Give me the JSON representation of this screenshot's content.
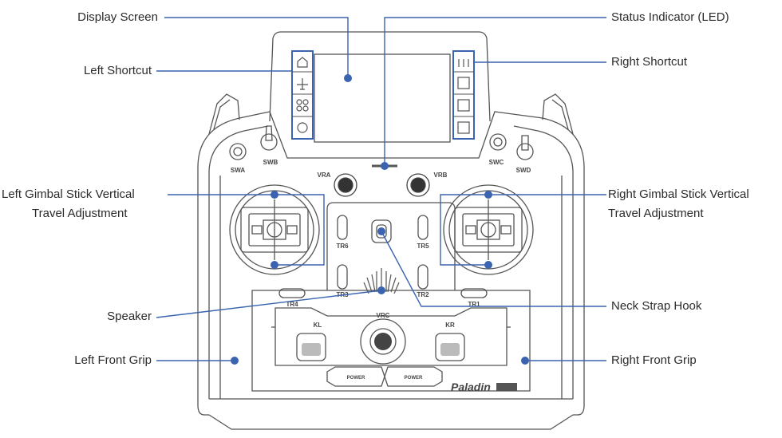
{
  "callouts": {
    "display_screen": "Display Screen",
    "left_shortcut": "Left Shortcut",
    "left_gimbal_line1": "Left Gimbal Stick Vertical",
    "left_gimbal_line2": "Travel Adjustment",
    "speaker": "Speaker",
    "left_front_grip": "Left Front Grip",
    "status_indicator": "Status Indicator (LED)",
    "right_shortcut": "Right Shortcut",
    "right_gimbal_line1": "Right Gimbal Stick Vertical",
    "right_gimbal_line2": "Travel Adjustment",
    "neck_strap_hook": "Neck Strap Hook",
    "right_front_grip": "Right Front Grip"
  },
  "device": {
    "switches": {
      "swa": "SWA",
      "swb": "SWB",
      "swc": "SWC",
      "swd": "SWD"
    },
    "knobs": {
      "vra": "VRA",
      "vrb": "VRB",
      "vrc": "VRC"
    },
    "trims": {
      "tr1": "TR1",
      "tr2": "TR2",
      "tr3": "TR3",
      "tr4": "TR4",
      "tr5": "TR5",
      "tr6": "TR6"
    },
    "levers": {
      "kl": "KL",
      "kr": "KR"
    },
    "power_left": "POWER",
    "power_right": "POWER",
    "brand": "Paladin"
  },
  "colors": {
    "callout": "#3a63b0",
    "outline": "#555555",
    "text": "#2b2b2b"
  }
}
